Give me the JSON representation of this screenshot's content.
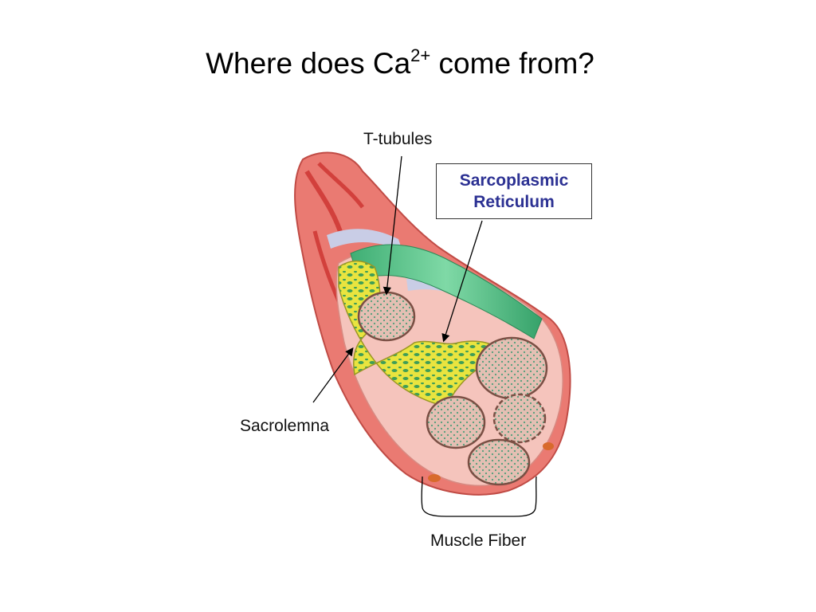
{
  "slide": {
    "title_main": "Where does Ca",
    "title_sup": "2+",
    "title_tail": "come from?"
  },
  "labels": {
    "t_tubules": "T-tubules",
    "sr_line1": "Sarcoplasmic",
    "sr_line2": "Reticulum",
    "sarcolemma": "Sacrolemna",
    "muscle_fiber": "Muscle Fiber"
  },
  "colors": {
    "sarcolemma": "#e8716b",
    "sr_yellow": "#e6e03a",
    "myofibril_green": "#4fbf8a",
    "myofibril_cross": "#d9b3a8",
    "title_text": "#000000",
    "sr_text": "#2c3193"
  },
  "icons": [
    "arrow-icon"
  ]
}
